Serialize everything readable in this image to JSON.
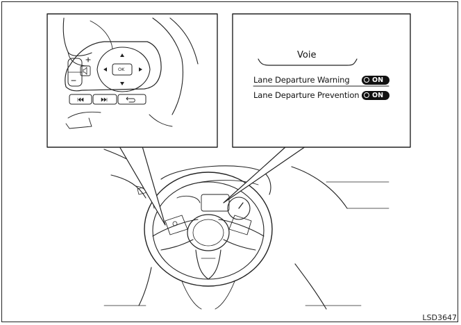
{
  "screen": {
    "title": "Voie",
    "settings": [
      {
        "label": "Lane Departure Warning",
        "state": "ON"
      },
      {
        "label": "Lane Departure Prevention",
        "state": "ON"
      }
    ]
  },
  "controls": {
    "ok_label": "OK"
  },
  "figure_code": "LSD3647"
}
